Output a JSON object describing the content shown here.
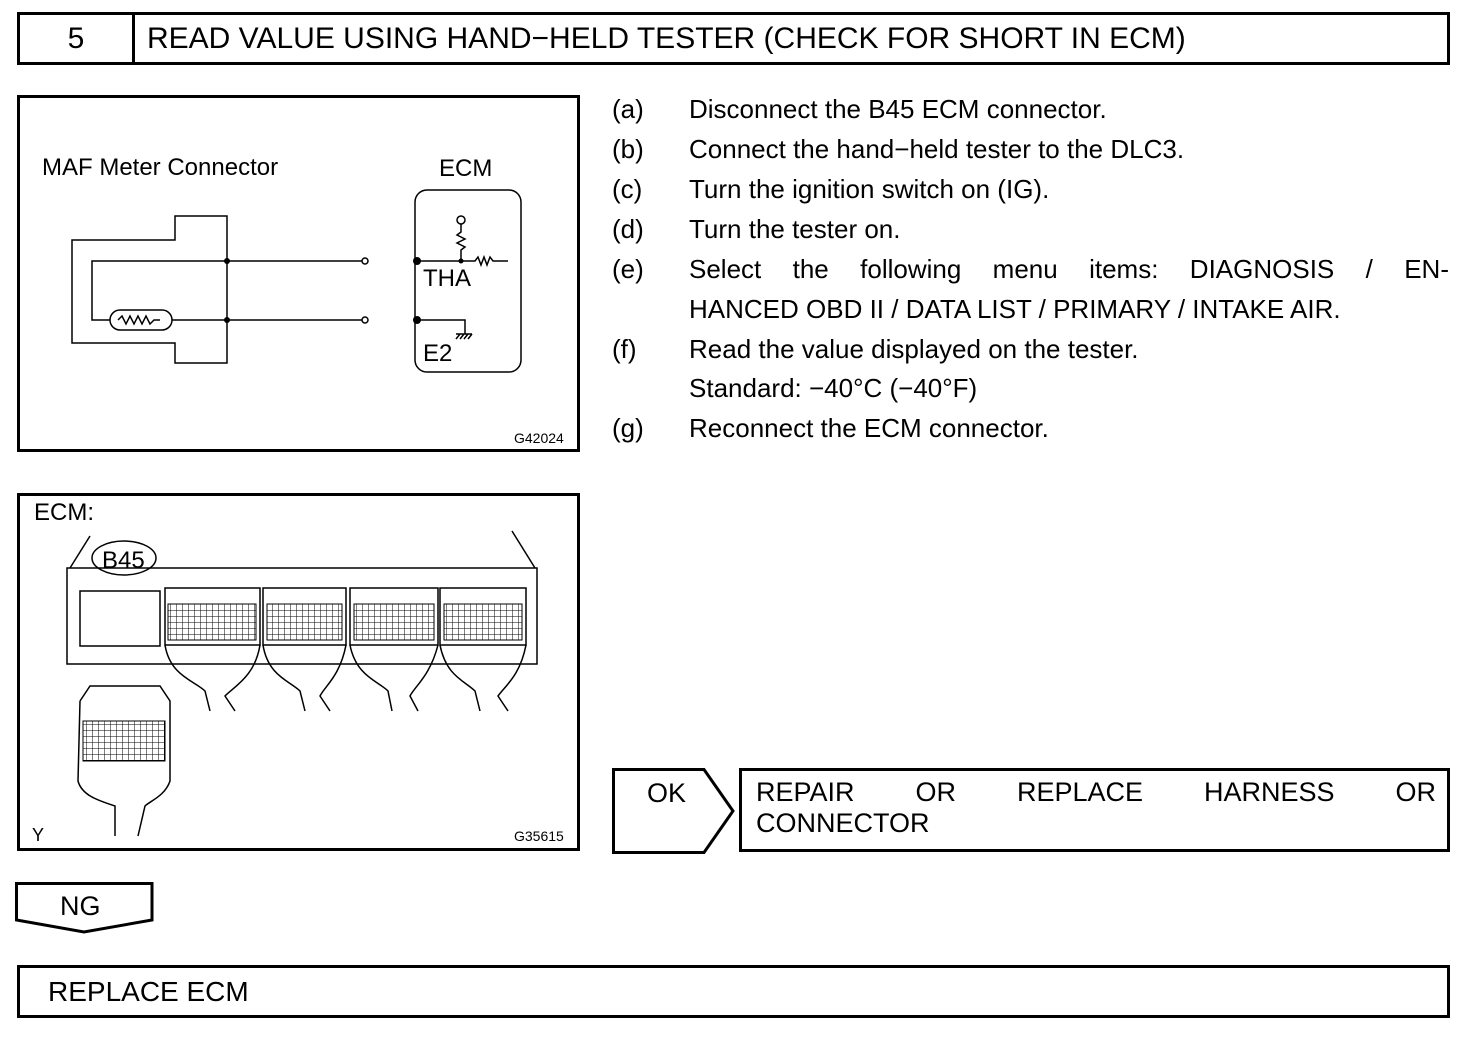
{
  "header": {
    "step_number": "5",
    "title": "READ VALUE USING HAND−HELD TESTER (CHECK FOR SHORT IN ECM)"
  },
  "figure1": {
    "maf_label": "MAF Meter Connector",
    "ecm_label": "ECM",
    "tha_label": "THA",
    "e2_label": "E2",
    "code": "G42024"
  },
  "figure2": {
    "ecm_label": "ECM:",
    "connector_label": "B45",
    "corner_label": "Y",
    "code": "G35615"
  },
  "steps": [
    {
      "label": "(a)",
      "text": "Disconnect the B45 ECM connector."
    },
    {
      "label": "(b)",
      "text": "Connect the hand−held tester to the DLC3."
    },
    {
      "label": "(c)",
      "text": "Turn the ignition switch on (IG)."
    },
    {
      "label": "(d)",
      "text": "Turn the tester on."
    },
    {
      "label": "(e)",
      "text": "Select the following menu items: DIAGNOSIS / EN-",
      "text2": "HANCED OBD II / DATA LIST / PRIMARY / INTAKE AIR."
    },
    {
      "label": "(f)",
      "text": "Read the value displayed on the tester.",
      "text2": "Standard: −40°C (−40°F)"
    },
    {
      "label": "(g)",
      "text": "Reconnect the ECM connector."
    }
  ],
  "ok": {
    "label": "OK",
    "result_line1": "REPAIR OR REPLACE HARNESS OR",
    "result_line2": "CONNECTOR"
  },
  "ng": {
    "label": "NG"
  },
  "final": {
    "text": "REPLACE ECM"
  }
}
